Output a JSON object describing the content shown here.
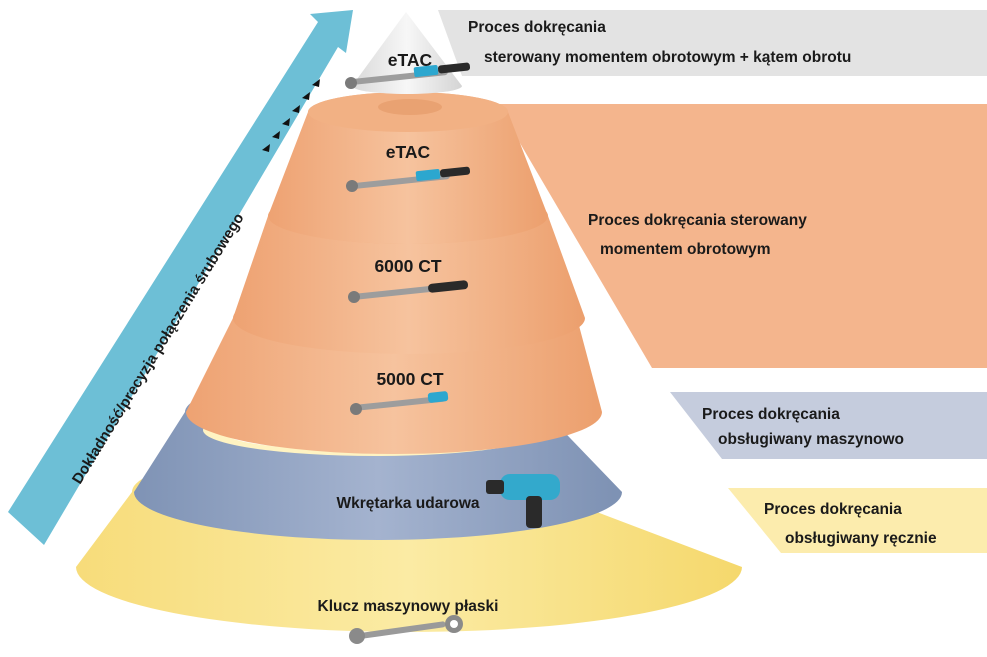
{
  "arrow": {
    "label": "Dokładność/precyzja połączenia śrubowego"
  },
  "levels": [
    {
      "tool": "eTAC"
    },
    {
      "tool": "eTAC"
    },
    {
      "tool": "6000 CT"
    },
    {
      "tool": "5000 CT"
    },
    {
      "tool": "Wkrętarka udarowa"
    },
    {
      "tool": "Klucz maszynowy płaski"
    }
  ],
  "bands": [
    {
      "line1": "Proces dokręcania",
      "line2": "sterowany momentem obrotowym + kątem obrotu",
      "color": "#e3e3e3"
    },
    {
      "line1": "Proces dokręcania sterowany",
      "line2": "momentem obrotowym",
      "color": "#f4b58d"
    },
    {
      "line1": "Proces dokręcania",
      "line2": "obsługiwany maszynowo",
      "color": "#c5ccdd"
    },
    {
      "line1": "Proces dokręcania",
      "line2": "obsługiwany ręcznie",
      "color": "#fcecad"
    }
  ],
  "colors": {
    "arrow": "#6dbfd6",
    "orange": "#f2b184",
    "blue": "#98a9c6",
    "yellow": "#f9e48f",
    "gray": "#e9e9e9"
  }
}
